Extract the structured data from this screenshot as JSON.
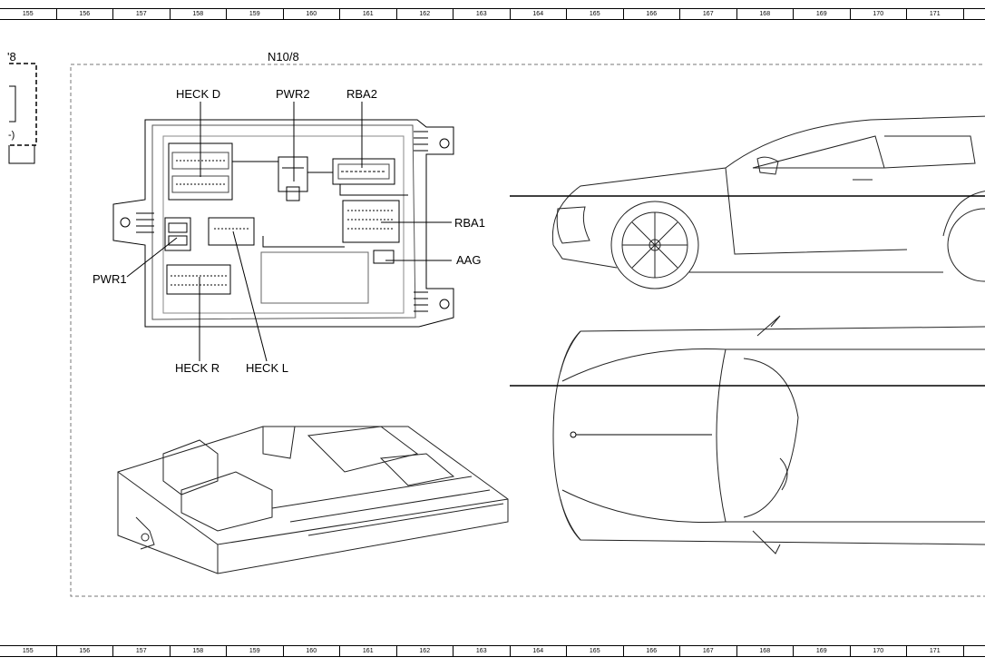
{
  "ruler": {
    "numbers": [
      "155",
      "156",
      "157",
      "158",
      "159",
      "160",
      "161",
      "162",
      "163",
      "164",
      "165",
      "166",
      "167",
      "168",
      "169",
      "170",
      "171"
    ]
  },
  "diagram": {
    "module_label": "N10/8",
    "side_fragment_label": "'8",
    "side_fragment_mark": "-)",
    "connectors": {
      "heck_d": "HECK D",
      "pwr2": "PWR2",
      "rba2": "RBA2",
      "rba1": "RBA1",
      "aag": "AAG",
      "pwr1": "PWR1",
      "heck_r": "HECK R",
      "heck_l": "HECK L"
    }
  }
}
